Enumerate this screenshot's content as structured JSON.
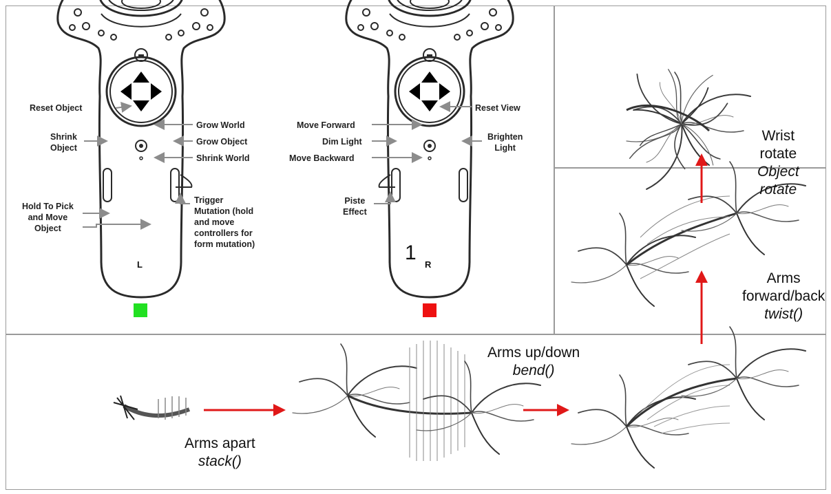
{
  "left_controller": {
    "labels": {
      "reset_object": "Reset Object",
      "shrink_object": "Shrink\nObject",
      "grow_world": "Grow World",
      "grow_object": "Grow Object",
      "shrink_world": "Shrink World",
      "hold_to_pick": "Hold To Pick\nand Move\nObject",
      "trigger": "Trigger\nMutation (hold\nand move\ncontrollers for\nform mutation)"
    },
    "side_letter": "L",
    "indicator_color": "#22e022"
  },
  "right_controller": {
    "labels": {
      "reset_view": "Reset View",
      "move_forward": "Move Forward",
      "dim_light": "Dim Light",
      "move_backward": "Move Backward",
      "brighten_light": "Brighten\nLight",
      "piste_effect": "Piste\nEffect"
    },
    "number": "1",
    "side_letter": "R",
    "indicator_color": "#ee1111"
  },
  "gestures": {
    "arms_apart": {
      "line1": "Arms apart",
      "line2": "stack()"
    },
    "arms_updown": {
      "line1": "Arms up/down",
      "line2": "bend()"
    },
    "arms_forward": {
      "line1": "Arms",
      "line2": "forward/back",
      "line3": "twist()"
    },
    "wrist_rotate": {
      "line1": "Wrist",
      "line2": "rotate",
      "line3": "Object",
      "line4": "rotate"
    }
  },
  "colors": {
    "arrow_red": "#e01818",
    "label_arrow_gray": "#8c8c8c",
    "outline": "#2a2a2a"
  }
}
